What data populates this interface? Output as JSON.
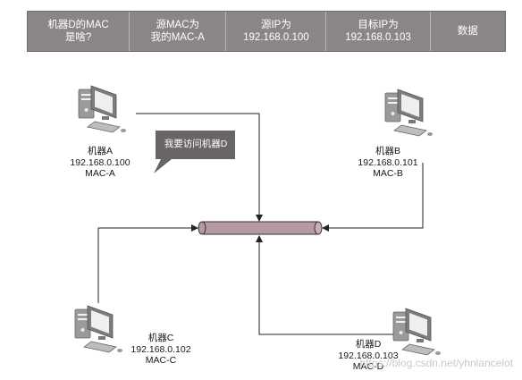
{
  "frame_header": {
    "cells": [
      {
        "id": "query",
        "text": "机器D的MAC\n是啥?"
      },
      {
        "id": "src-mac",
        "text": "源MAC为\n我的MAC-A"
      },
      {
        "id": "src-ip",
        "text": "源IP为\n192.168.0.100"
      },
      {
        "id": "dst-ip",
        "text": "目标IP为\n192.168.0.103"
      },
      {
        "id": "payload",
        "text": "数据"
      }
    ]
  },
  "machines": {
    "a": {
      "name": "机器A",
      "ip": "192.168.0.100",
      "mac": "MAC-A"
    },
    "b": {
      "name": "机器B",
      "ip": "192.168.0.101",
      "mac": "MAC-B"
    },
    "c": {
      "name": "机器C",
      "ip": "192.168.0.102",
      "mac": "MAC-C"
    },
    "d": {
      "name": "机器D",
      "ip": "192.168.0.103",
      "mac": "MAC-D"
    }
  },
  "callout": {
    "text": "我要访问机器D"
  },
  "watermark": "https://blog.csdn.net/yhnlancelot",
  "colors": {
    "frame_cell": "#8a8686",
    "bus": "#b59ba1",
    "callout": "#6a6565",
    "computer": "#9a9a9a"
  }
}
